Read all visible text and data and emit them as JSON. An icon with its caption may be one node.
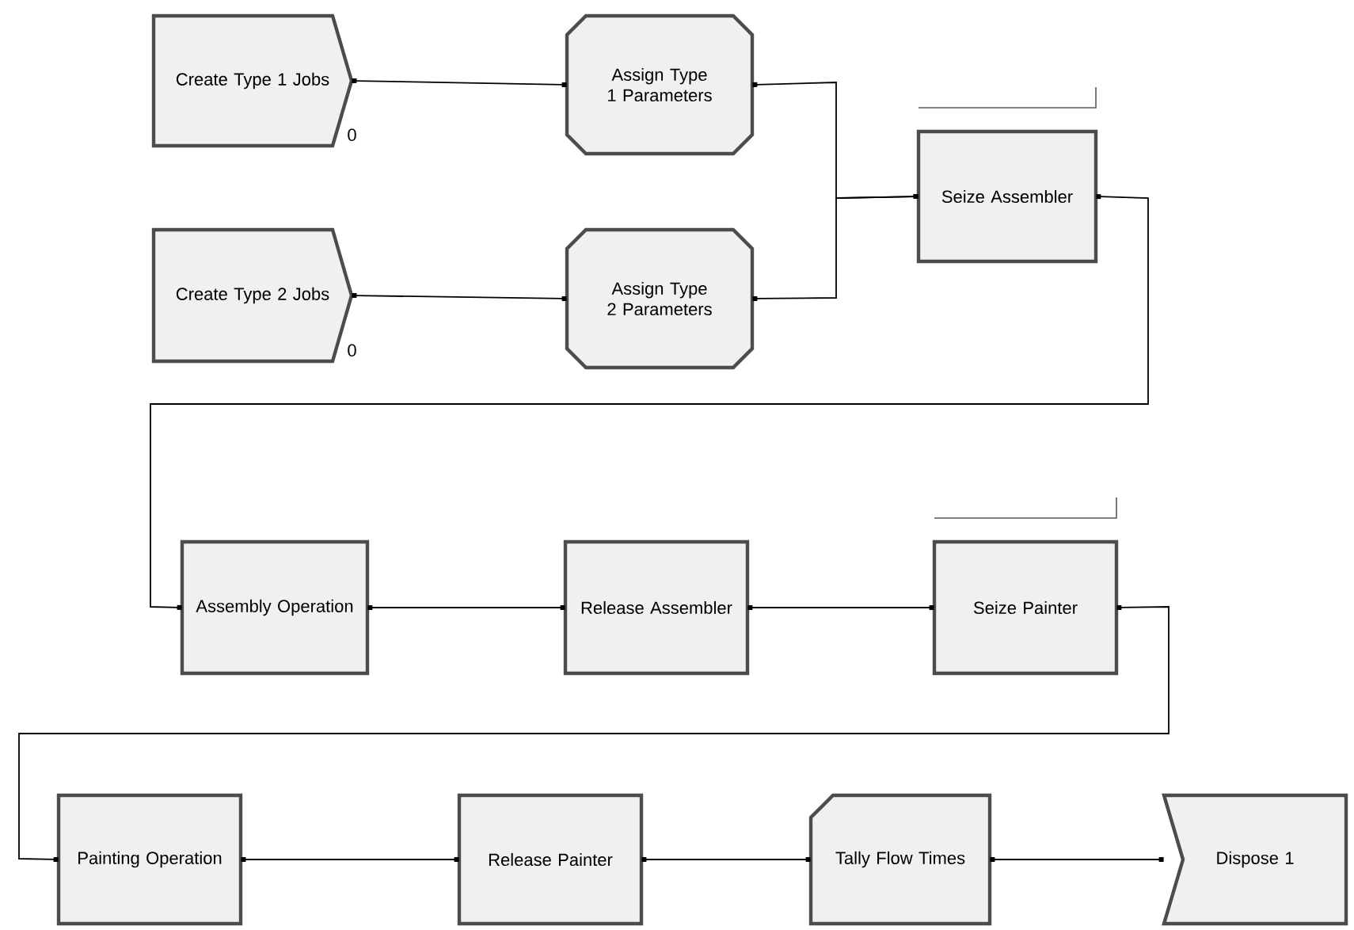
{
  "diagram": {
    "nodes": [
      {
        "text": [
          "Create Type 1 Jobs"
        ],
        "beside": [
          "0"
        ]
      },
      {
        "text": [
          "Assign Type 1 Parameters"
        ]
      },
      {
        "text": [
          "Create Type 2 Jobs"
        ],
        "beside": [
          "0"
        ]
      },
      {
        "text": [
          "Assign Type 2 Parameters"
        ]
      },
      {
        "text": [
          "Seize Assembler"
        ]
      },
      {
        "text": [
          "Assembly Operation"
        ]
      },
      {
        "text": [
          "Release Assembler"
        ]
      },
      {
        "text": [
          "Seize Painter"
        ]
      },
      {
        "text": [
          "Painting Operation"
        ]
      },
      {
        "text": [
          "Release Painter"
        ]
      },
      {
        "text": [
          "Tally Flow Times"
        ]
      },
      {
        "text": [
          "Dispose 1"
        ]
      }
    ],
    "edges": [
      {
        "from": 0,
        "to": 1,
        "arrow": "other"
      },
      {
        "from": 1,
        "to": 4,
        "arrow": "other"
      },
      {
        "from": 2,
        "to": 3,
        "arrow": "other"
      },
      {
        "from": 3,
        "to": 4,
        "arrow": "other"
      },
      {
        "from": 4,
        "to": 5,
        "arrow": "other"
      },
      {
        "from": 5,
        "to": 6,
        "arrow": "other"
      },
      {
        "from": 6,
        "to": 7,
        "arrow": "other"
      },
      {
        "from": 7,
        "to": 8,
        "arrow": "other"
      },
      {
        "from": 8,
        "to": 9,
        "arrow": "other"
      },
      {
        "from": 9,
        "to": 10,
        "arrow": "other"
      },
      {
        "from": 10,
        "to": 11,
        "arrow": "other"
      }
    ]
  }
}
